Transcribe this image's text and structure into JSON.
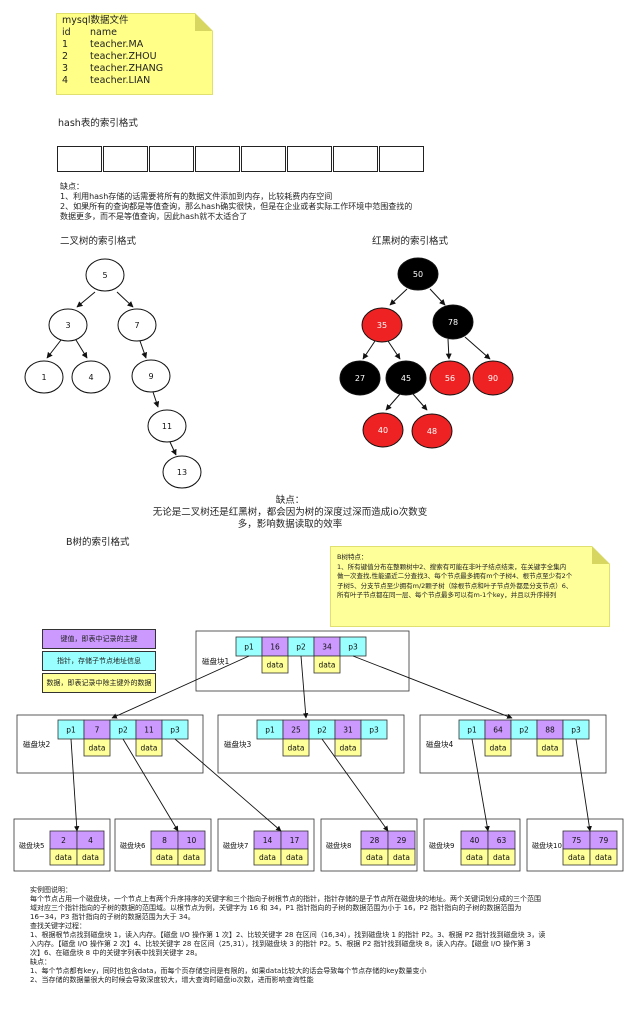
{
  "table_note": {
    "title": "mysql数据文件",
    "header": [
      "id",
      "name"
    ],
    "rows": [
      [
        "1",
        "teacher.MA"
      ],
      [
        "2",
        "teacher.ZHOU"
      ],
      [
        "3",
        "teacher.ZHANG"
      ],
      [
        "4",
        "teacher.LIAN"
      ]
    ]
  },
  "hash": {
    "title": "hash表的索引格式",
    "cell_count": 8,
    "drawback": [
      "缺点：",
      "1、利用hash存储的话需要将所有的数据文件添加到内存，比较耗费内存空间",
      "2、如果所有的查询都是等值查询，那么hash确实很快，但是在企业或者实际工作环境中范围查找的",
      "数据更多，而不是等值查询，因此hash就不太适合了"
    ]
  },
  "bst": {
    "title": "二叉树的索引格式",
    "nodes": [
      "5",
      "3",
      "7",
      "1",
      "4",
      "9",
      "11",
      "13"
    ]
  },
  "rbt": {
    "title": "红黑树的索引格式",
    "nodes": [
      "50",
      "35",
      "78",
      "27",
      "45",
      "56",
      "90",
      "40",
      "48"
    ],
    "colors": {
      "black": "#000000",
      "red": "#ee2222"
    }
  },
  "tree_drawback": {
    "line1": "缺点：",
    "line2": "无论是二叉树还是红黑树，都会因为树的深度过深而造成io次数变",
    "line3": "多，影响数据读取的效率"
  },
  "btree": {
    "title": "B树的索引格式",
    "features": [
      "B树特点：",
      "1、所有键值分布在整颗树中2、搜索有可能在非叶子结点结束，在关键字全集内",
      "做一次查找,性能逼近二分查找3、每个节点最多拥有m个子树4、根节点至少有2个",
      "子树5、分支节点至少拥有m/2颗子树（除根节点和叶子节点外都是分支节点）6、",
      "所有叶子节点都在同一层、每个节点最多可以有m-1个key，并且以升序排列"
    ],
    "legend": [
      {
        "label": "键值，即表中记录的主键",
        "color": "#cc99ff"
      },
      {
        "label": "指针，存储子节点地址信息",
        "color": "#99ffff"
      },
      {
        "label": "数据，即表记录中除主键外的数据",
        "color": "#ffff99"
      }
    ],
    "cells": {
      "p1": "p1",
      "p2": "p2",
      "p3": "p3",
      "data": "data"
    },
    "root": {
      "label": "磁盘块1",
      "keys": [
        "16",
        "34"
      ]
    },
    "level2": [
      {
        "label": "磁盘块2",
        "keys": [
          "7",
          "11"
        ]
      },
      {
        "label": "磁盘块3",
        "keys": [
          "25",
          "31"
        ]
      },
      {
        "label": "磁盘块4",
        "keys": [
          "64",
          "88"
        ]
      }
    ],
    "leaves": [
      {
        "label": "磁盘块5",
        "keys": [
          "2",
          "4"
        ]
      },
      {
        "label": "磁盘块6",
        "keys": [
          "8",
          "10"
        ]
      },
      {
        "label": "磁盘块7",
        "keys": [
          "14",
          "17"
        ]
      },
      {
        "label": "磁盘块8",
        "keys": [
          "28",
          "29"
        ]
      },
      {
        "label": "磁盘块9",
        "keys": [
          "40",
          "63"
        ]
      },
      {
        "label": "磁盘块10",
        "keys": [
          "75",
          "79"
        ]
      }
    ]
  },
  "explanation": [
    "实例图说明：",
    "每个节点占用一个磁盘块，一个节点上有两个升序排序的关键字和三个指向子树根节点的指针，指针存储的是子节点所在磁盘块的地址。两个关键词划分成的三个范围",
    "域对应三个指针指向的子树的数据的范围域。以根节点为例，关键字为 16 和 34，P1 指针指向的子树的数据范围为小于 16，P2 指针指向的子树的数据范围为",
    "16~34，P3 指针指向的子树的数据范围为大于 34。",
    "查找关键字过程：",
    "1、根据根节点找到磁盘块 1，读入内存。【磁盘 I/O 操作第 1 次】2、比较关键字 28 在区间（16,34），找到磁盘块 1 的指针 P2。3、根据 P2 指针找到磁盘块 3，读",
    "入内存。【磁盘 I/O 操作第 2 次】4、比较关键字 28 在区间（25,31），找到磁盘块 3 的指针 P2。5、根据 P2 指针找到磁盘块 8，读入内存。【磁盘 I/O 操作第 3",
    "次】6、在磁盘块 8 中的关键字列表中找到关键字 28。",
    "缺点：",
    "1、每个节点都有key，同时也包含data，而每个页存储空间是有限的，如果data比较大的话会导致每个节点存储的key数量变小",
    "2、当存储的数据量很大的时候会导致深度较大，增大查询时磁盘io次数，进而影响查询性能"
  ]
}
